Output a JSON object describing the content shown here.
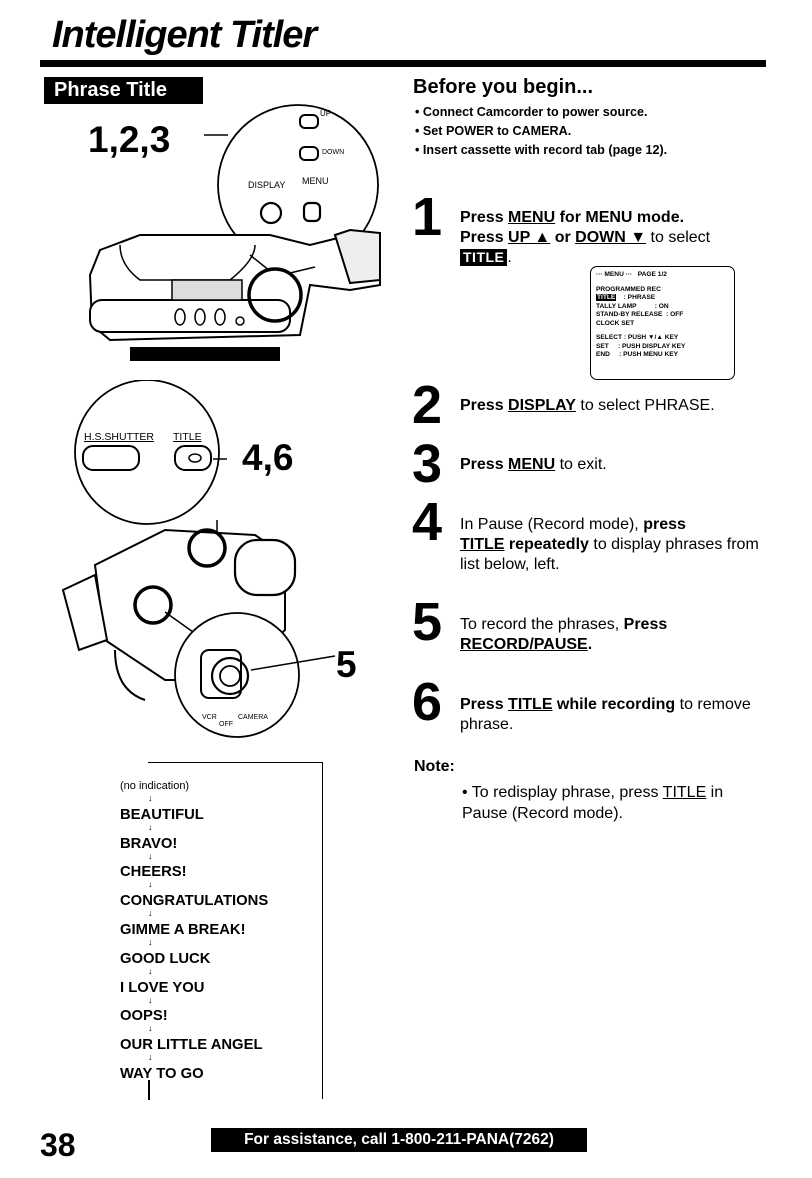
{
  "header": {
    "title": "Intelligent Titler"
  },
  "section": {
    "tab_label": "Phrase Title"
  },
  "figures": {
    "top_callout": "1,2,3",
    "top_buttons": {
      "up": "UP",
      "down": "DOWN",
      "display": "DISPLAY",
      "menu": "MENU"
    },
    "mid_callout": "4,6",
    "mid_labels": {
      "hs_shutter": "H.S.SHUTTER",
      "title": "TITLE"
    },
    "bottom_callout": "5",
    "switch_labels": {
      "vcr": "VCR",
      "off": "OFF",
      "camera": "CAMERA"
    }
  },
  "before": {
    "heading": "Before you begin...",
    "items": [
      "• Connect Camcorder to power source.",
      "• Set POWER to CAMERA.",
      "• Insert cassette with record tab (page 12)."
    ]
  },
  "steps": {
    "s1": {
      "num": "1",
      "l1a": "Press ",
      "l1b": "MENU",
      "l1c": " for MENU mode.",
      "l2a": "Press ",
      "l2b": "UP ▲",
      "l2c": " or ",
      "l2d": "DOWN ▼",
      "l2e": " to select",
      "chip": "TITLE",
      "l3": "."
    },
    "s2": {
      "num": "2",
      "a": "Press ",
      "b": "DISPLAY",
      "c": " to select PHRASE."
    },
    "s3": {
      "num": "3",
      "a": "Press ",
      "b": "MENU",
      "c": " to exit."
    },
    "s4": {
      "num": "4",
      "a": "In Pause (Record mode), ",
      "b": "press",
      "c": "TITLE",
      "d": " repeatedly",
      "e": " to display phrases from list below, left."
    },
    "s5": {
      "num": "5",
      "a": "To record the phrases, ",
      "b": "Press",
      "c": "RECORD/PAUSE",
      "d": "."
    },
    "s6": {
      "num": "6",
      "a": "Press ",
      "b": "TITLE",
      "c": " while recording",
      "d": " to remove phrase."
    }
  },
  "menu_screen": {
    "r1": "··· MENU ···   PAGE 1/2",
    "r2": "PROGRAMMED REC",
    "r3_chip": "TITLE",
    "r3": "    : PHRASE",
    "r4": "TALLY LAMP          : ON",
    "r5": "STAND-BY RELEASE  : OFF",
    "r6": "CLOCK SET",
    "r7": "SELECT : PUSH ▼/▲ KEY",
    "r8": "SET     : PUSH DISPLAY KEY",
    "r9": "END     : PUSH MENU KEY"
  },
  "note": {
    "heading": "Note:",
    "a": "• To redisplay phrase, press ",
    "b": "TITLE",
    "c": " in Pause (Record mode)."
  },
  "phrases": [
    "(no indication)",
    "BEAUTIFUL",
    "BRAVO!",
    "CHEERS!",
    "CONGRATULATIONS",
    "GIMME A BREAK!",
    "GOOD LUCK",
    "I LOVE YOU",
    "OOPS!",
    "OUR LITTLE ANGEL",
    "WAY TO GO"
  ],
  "footer": {
    "page_number": "38",
    "assist": "For assistance, call 1-800-211-PANA(7262)"
  }
}
